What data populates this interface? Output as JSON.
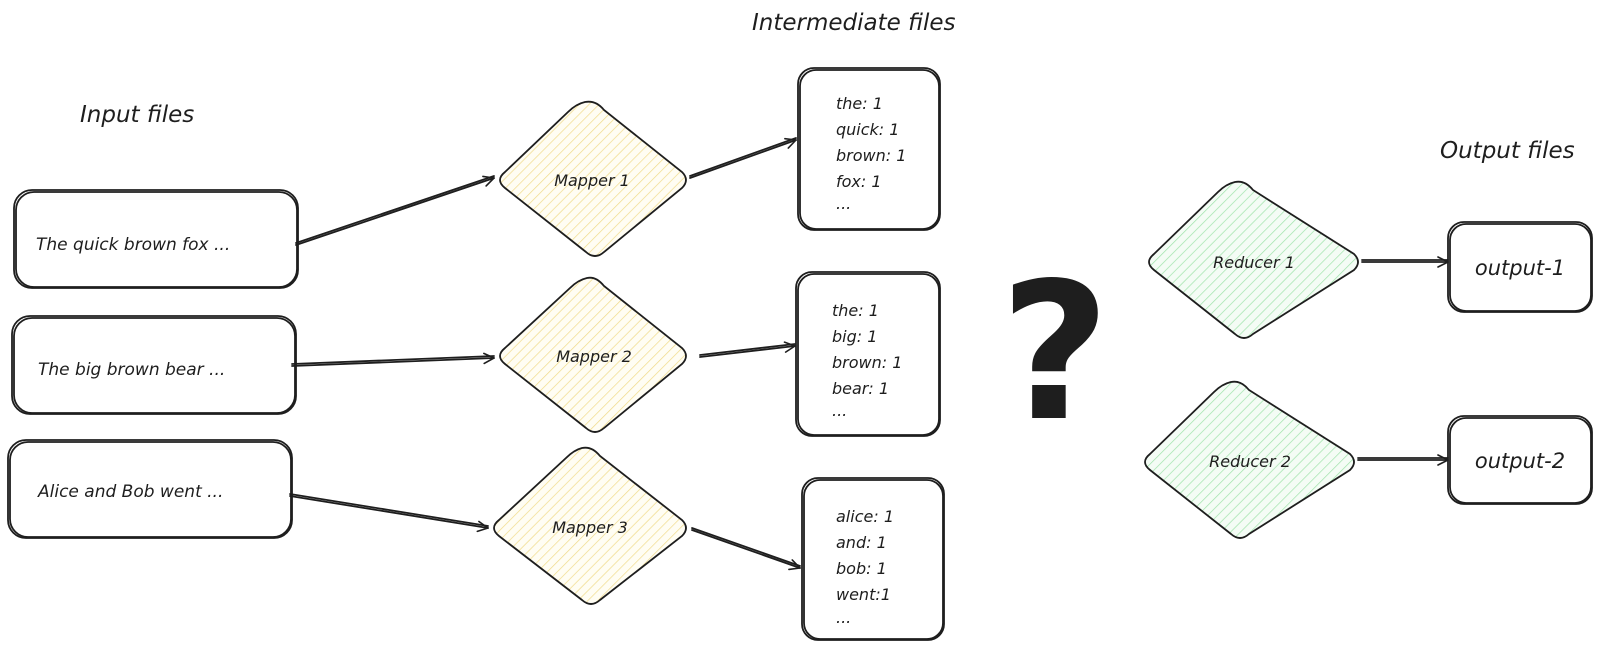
{
  "titles": {
    "input": "Input files",
    "intermediate": "Intermediate files",
    "output": "Output files"
  },
  "inputs": [
    {
      "label": "The quick brown fox ..."
    },
    {
      "label": "The big brown bear ..."
    },
    {
      "label": "Alice and Bob went ..."
    }
  ],
  "mappers": [
    {
      "label": "Mapper 1"
    },
    {
      "label": "Mapper 2"
    },
    {
      "label": "Mapper 3"
    }
  ],
  "intermediate": [
    {
      "lines": [
        "the: 1",
        "quick: 1",
        "brown: 1",
        "fox: 1",
        "..."
      ]
    },
    {
      "lines": [
        "the: 1",
        "big: 1",
        "brown: 1",
        "bear: 1",
        "..."
      ]
    },
    {
      "lines": [
        "alice: 1",
        "and: 1",
        "bob: 1",
        "went:1",
        "..."
      ]
    }
  ],
  "unknown_step": "?",
  "reducers": [
    {
      "label": "Reducer 1"
    },
    {
      "label": "Reducer 2"
    }
  ],
  "outputs": [
    {
      "label": "output-1"
    },
    {
      "label": "output-2"
    }
  ],
  "colors": {
    "stroke": "#1e1e1e",
    "mapper_fill": "#f5e7a6",
    "reducer_fill": "#b2f2bb"
  }
}
